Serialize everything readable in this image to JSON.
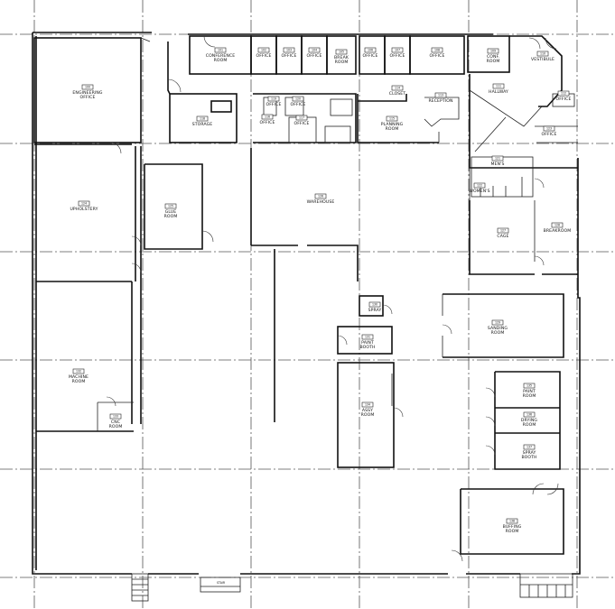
{
  "plan": {
    "rooms": [
      {
        "id": "engineering_office",
        "lines": [
          "ENGINEERING",
          "OFFICE"
        ],
        "tag": "100"
      },
      {
        "id": "conference_room",
        "lines": [
          "CONFERENCE",
          "ROOM"
        ],
        "tag": "101"
      },
      {
        "id": "office_1",
        "lines": [
          "OFFICE"
        ],
        "tag": "102"
      },
      {
        "id": "office_2",
        "lines": [
          "OFFICE"
        ],
        "tag": "103"
      },
      {
        "id": "office_3",
        "lines": [
          "OFFICE"
        ],
        "tag": "104"
      },
      {
        "id": "break_room",
        "lines": [
          "BREAK",
          "ROOM"
        ],
        "tag": "105"
      },
      {
        "id": "office_4",
        "lines": [
          "OFFICE"
        ],
        "tag": "106"
      },
      {
        "id": "office_5",
        "lines": [
          "OFFICE"
        ],
        "tag": "107"
      },
      {
        "id": "office_6",
        "lines": [
          "OFFICE"
        ],
        "tag": "108"
      },
      {
        "id": "conf_room_right",
        "lines": [
          "CONF.",
          "ROOM"
        ],
        "tag": "109"
      },
      {
        "id": "vestibule",
        "lines": [
          "VESTIBULE"
        ],
        "tag": "110"
      },
      {
        "id": "hallway",
        "lines": [
          "HALLWAY"
        ],
        "tag": "111"
      },
      {
        "id": "office_right",
        "lines": [
          "OFFICE"
        ],
        "tag": "112"
      },
      {
        "id": "reception",
        "lines": [
          "RECEPTION"
        ],
        "tag": "113"
      },
      {
        "id": "closet",
        "lines": [
          "CLOSET"
        ],
        "tag": "114"
      },
      {
        "id": "planning_room",
        "lines": [
          "PLANNING",
          "ROOM"
        ],
        "tag": "115"
      },
      {
        "id": "office_7",
        "lines": [
          "OFFICE"
        ],
        "tag": "116"
      },
      {
        "id": "office_8",
        "lines": [
          "OFFICE"
        ],
        "tag": "117"
      },
      {
        "id": "storage",
        "lines": [
          "STORAGE"
        ],
        "tag": "118"
      },
      {
        "id": "office_9",
        "lines": [
          "OFFICE"
        ],
        "tag": "119"
      },
      {
        "id": "office_10",
        "lines": [
          "OFFICE"
        ],
        "tag": "120"
      },
      {
        "id": "mens",
        "lines": [
          "MEN'S"
        ],
        "tag": "121"
      },
      {
        "id": "womens",
        "lines": [
          "WOMEN'S"
        ],
        "tag": "122"
      },
      {
        "id": "office_far_right",
        "lines": [
          "OFFICE"
        ],
        "tag": "123"
      },
      {
        "id": "upholstery",
        "lines": [
          "UPHOLSTERY"
        ],
        "tag": "124"
      },
      {
        "id": "glue_room",
        "lines": [
          "GLUE",
          "ROOM"
        ],
        "tag": "125"
      },
      {
        "id": "warehouse",
        "lines": [
          "WAREHOUSE"
        ],
        "tag": "126"
      },
      {
        "id": "cage",
        "lines": [
          "CAGE"
        ],
        "tag": "127"
      },
      {
        "id": "breakroom",
        "lines": [
          "BREAKROOM"
        ],
        "tag": "128"
      },
      {
        "id": "sanding_room",
        "lines": [
          "SANDING",
          "ROOM"
        ],
        "tag": "129"
      },
      {
        "id": "spray",
        "lines": [
          "SPRAY"
        ],
        "tag": "130"
      },
      {
        "id": "paint_booth",
        "lines": [
          "PAINT",
          "BOOTH"
        ],
        "tag": "131"
      },
      {
        "id": "machine_room",
        "lines": [
          "MACHINE",
          "ROOM"
        ],
        "tag": "132"
      },
      {
        "id": "cnc_room",
        "lines": [
          "CNC",
          "ROOM"
        ],
        "tag": "133"
      },
      {
        "id": "assembly_room",
        "lines": [
          "ASSY",
          "ROOM"
        ],
        "tag": "134"
      },
      {
        "id": "paint_room",
        "lines": [
          "PAINT",
          "ROOM"
        ],
        "tag": "135"
      },
      {
        "id": "drying_room",
        "lines": [
          "DRYING",
          "ROOM"
        ],
        "tag": "136"
      },
      {
        "id": "spray_booth",
        "lines": [
          "SPRAY",
          "BOOTH"
        ],
        "tag": "137"
      },
      {
        "id": "buffing_room",
        "lines": [
          "BUFFING",
          "ROOM"
        ],
        "tag": "138"
      }
    ],
    "stair_label": "STAIR"
  }
}
